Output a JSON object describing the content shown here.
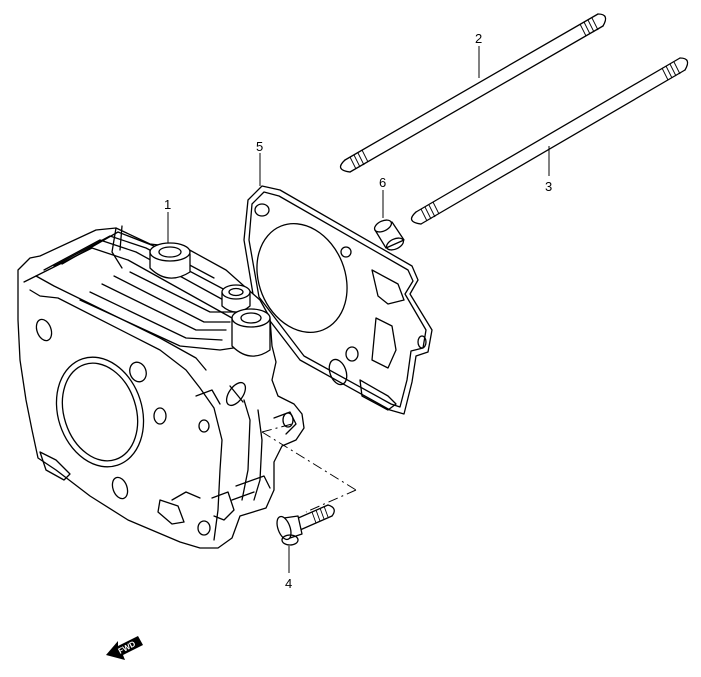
{
  "callouts": [
    {
      "id": "1"
    },
    {
      "id": "2"
    },
    {
      "id": "3"
    },
    {
      "id": "4"
    },
    {
      "id": "5"
    },
    {
      "id": "6"
    }
  ],
  "fwd_label": "FWD"
}
